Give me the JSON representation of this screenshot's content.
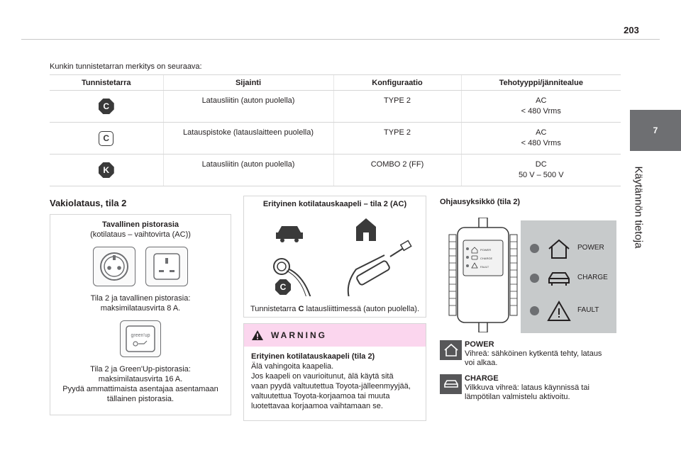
{
  "page": {
    "number": "203"
  },
  "side": {
    "tab_number": "7",
    "chapter_title": "Käytännön tietoja"
  },
  "intro": "Kunkin tunnistetarran merkitys on seuraava:",
  "table": {
    "headers": [
      "Tunnistetarra",
      "Sijainti",
      "Konfiguraatio",
      "Tehotyyppi/jännitealue"
    ],
    "rows": [
      {
        "tag": "C",
        "tag_style": "filled",
        "location": "Latausliitin (auton puolella)",
        "config": "TYPE 2",
        "power_line1": "AC",
        "power_line2": "< 480 Vrms"
      },
      {
        "tag": "C",
        "tag_style": "outline",
        "location": "Latauspistoke (latauslaitteen puolella)",
        "config": "TYPE 2",
        "power_line1": "AC",
        "power_line2": "< 480 Vrms"
      },
      {
        "tag": "K",
        "tag_style": "filled",
        "location": "Latausliitin (auton puolella)",
        "config": "COMBO 2 (FF)",
        "power_line1": "DC",
        "power_line2": "50 V – 500 V"
      }
    ]
  },
  "left": {
    "section_title": "Vakiolataus, tila 2",
    "box_title": "Tavallinen pistorasia",
    "box_subtitle": "(kotilataus – vaihtovirta (AC))",
    "text1_line1": "Tila 2 ja tavallinen pistorasia:",
    "text1_line2": "maksimilatausvirta 8 A.",
    "greenup_label": "green'up",
    "text2_line1": "Tila 2 ja Green'Up-pistorasia:",
    "text2_line2": "maksimilatausvirta 16 A.",
    "text2_line3": "Pyydä ammattimaista asentajaa asentamaan",
    "text2_line4": "tällainen pistorasia."
  },
  "middle": {
    "box_title": "Erityinen kotilatauskaapeli – tila 2 (AC)",
    "tag": "C",
    "caption_prefix": "Tunnistetarra ",
    "caption_bold": "C",
    "caption_suffix": " latausliittimessä (auton puolella)."
  },
  "warning": {
    "title": "WARNING",
    "body_title": "Erityinen kotilatauskaapeli (tila 2)",
    "body_lines": [
      "Älä vahingoita kaapelia.",
      "Jos kaapeli on vaurioitunut, älä käytä sitä",
      "vaan pyydä valtuutettua Toyota-jälleenmyyjää,",
      "valtuutettua Toyota-korjaamoa tai muuta",
      "luotettavaa korjaamoa vaihtamaan se."
    ]
  },
  "right": {
    "section_title": "Ohjausyksikkö (tila 2)",
    "device_labels": [
      "POWER",
      "CHARGE",
      "FAULT"
    ],
    "panel": [
      {
        "label": "POWER",
        "icon": "home-icon"
      },
      {
        "label": "CHARGE",
        "icon": "car-icon"
      },
      {
        "label": "FAULT",
        "icon": "warning-triangle-icon"
      }
    ],
    "legend": [
      {
        "name": "POWER",
        "line1": "Vihreä: sähköinen kytkentä tehty, lataus",
        "line2": "voi alkaa.",
        "icon": "home-icon"
      },
      {
        "name": "CHARGE",
        "line1": "Vilkkuva vihreä: lataus käynnissä tai",
        "line2": "lämpötilan valmistelu aktivoitu.",
        "icon": "car-icon"
      }
    ]
  },
  "colors": {
    "side_tab": "#6e6f72",
    "warning_header": "#fbd6ee",
    "panel": "#c7cacb",
    "rule": "#d6d6d6"
  }
}
